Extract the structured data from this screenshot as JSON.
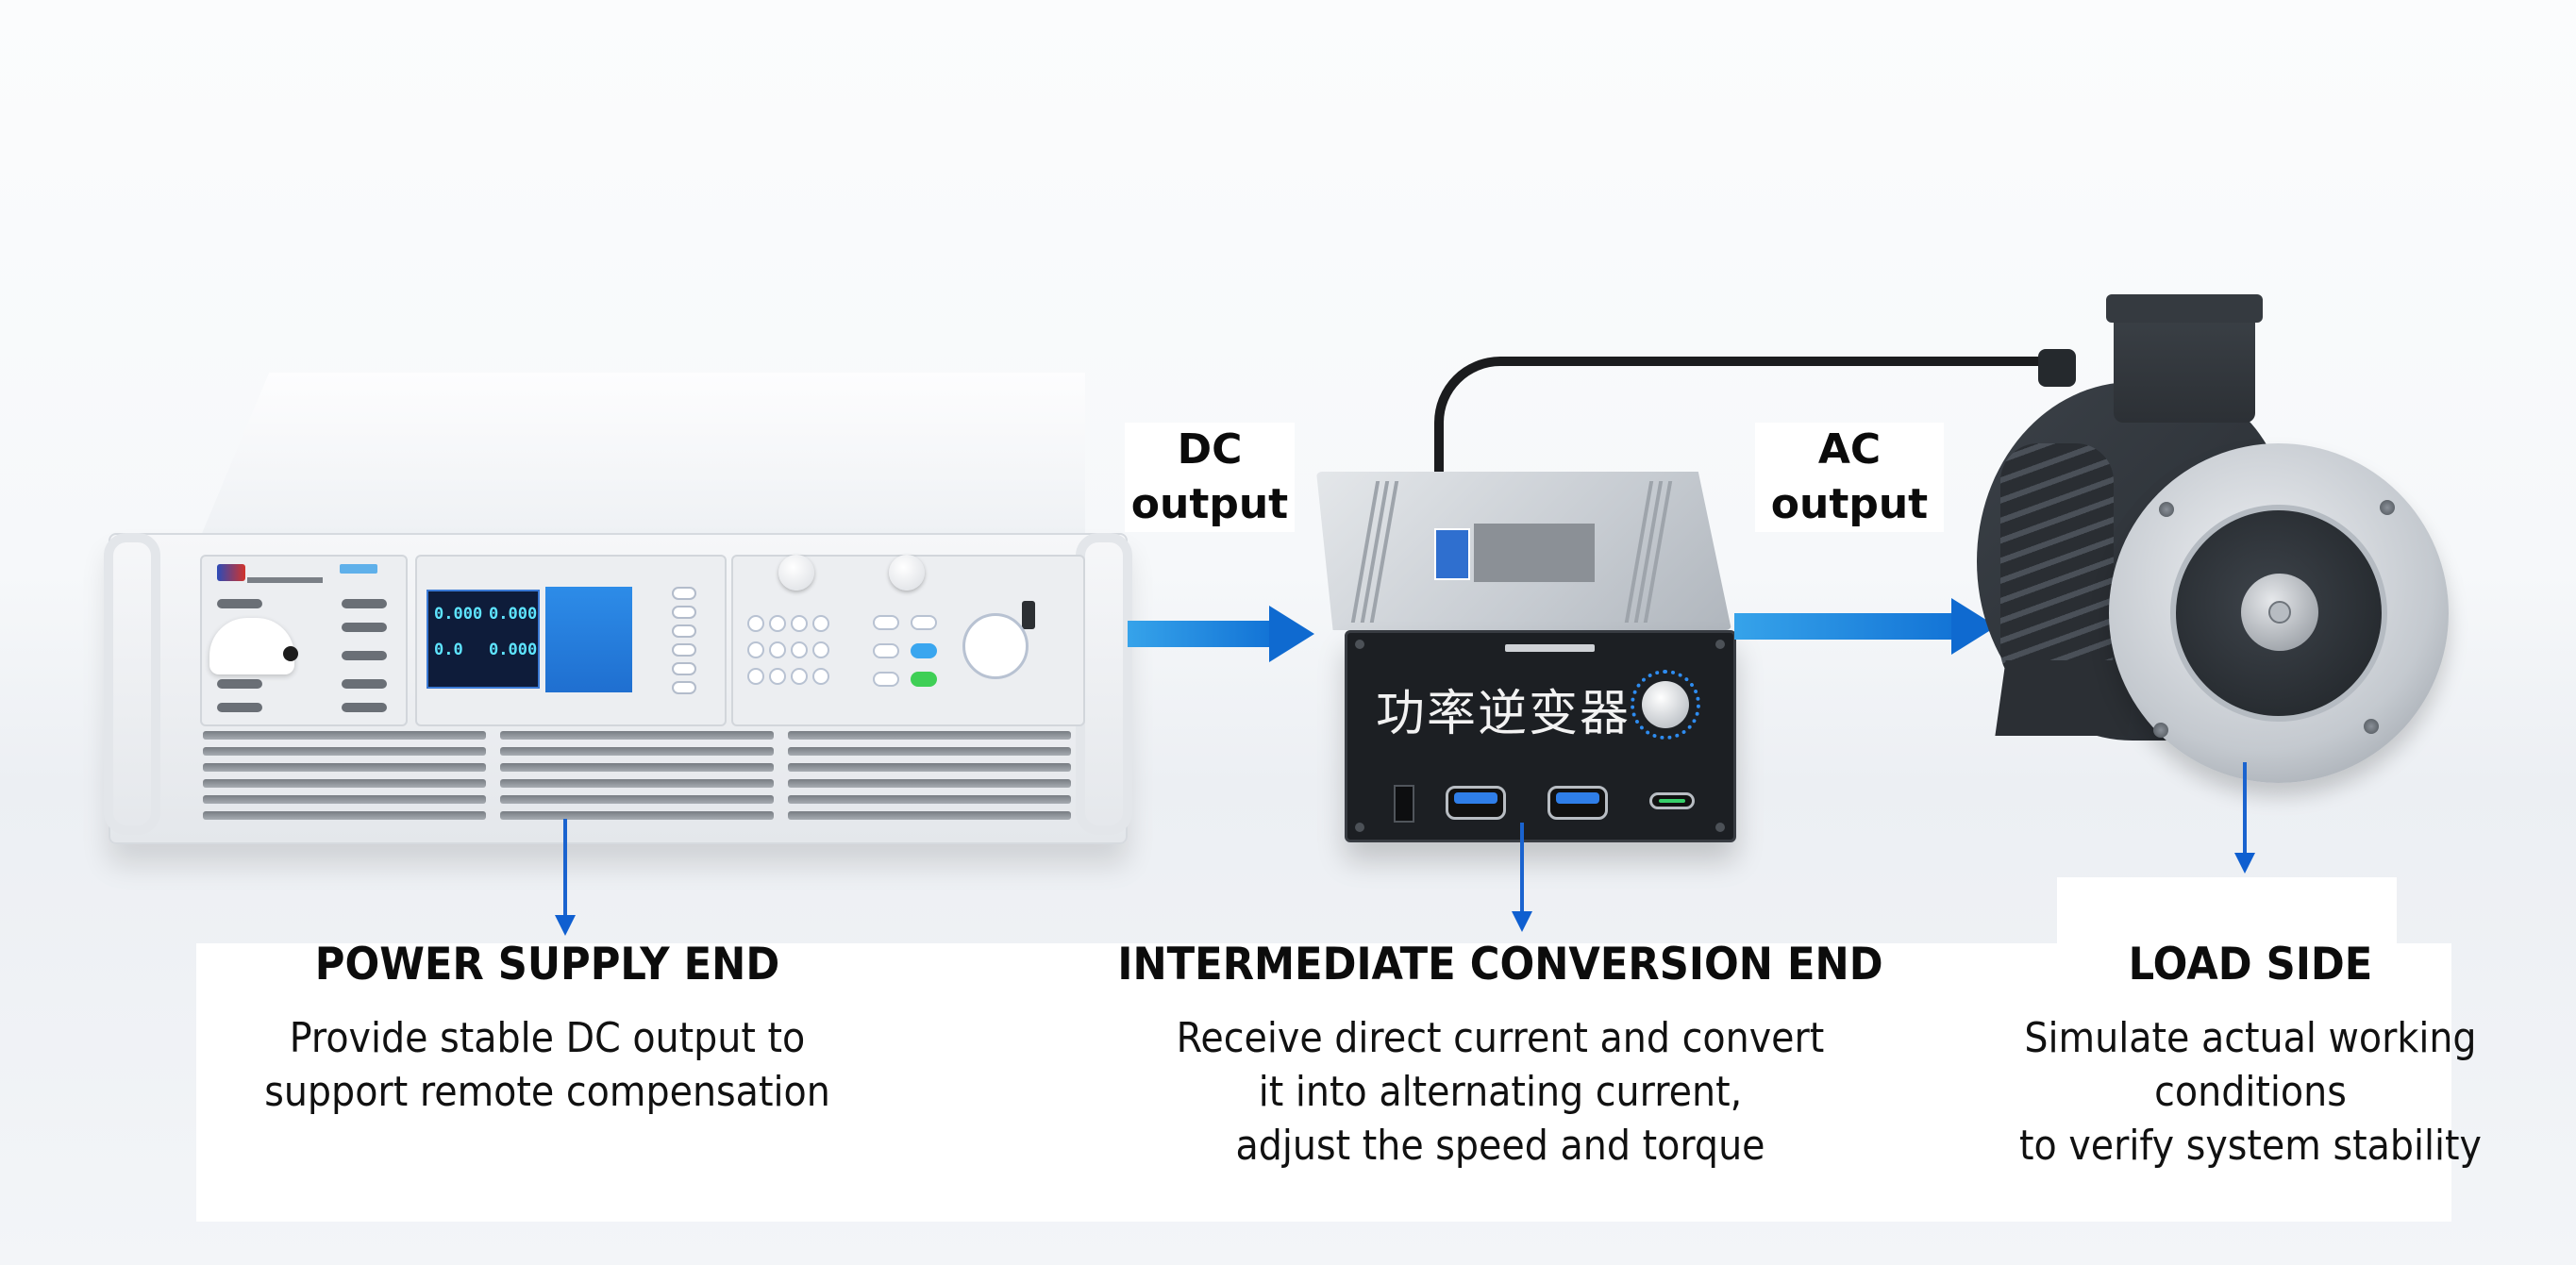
{
  "diagram": {
    "flow_labels": {
      "dc": [
        "DC",
        "output"
      ],
      "ac": [
        "AC",
        "output"
      ]
    },
    "devices": {
      "power_supply": {
        "screen_readouts": [
          "0.000",
          "0.000",
          "0.0",
          "0.000"
        ]
      },
      "inverter": {
        "front_label": "功率逆变器"
      }
    },
    "stages": [
      {
        "title": "POWER SUPPLY END",
        "description": [
          "Provide stable DC output to",
          "support remote compensation"
        ]
      },
      {
        "title": "INTERMEDIATE CONVERSION END",
        "description": [
          "Receive direct current and convert",
          "it into alternating current,",
          "adjust the speed and torque"
        ]
      },
      {
        "title": "LOAD SIDE",
        "description": [
          "Simulate actual working",
          "conditions",
          "to verify system stability"
        ]
      }
    ],
    "colors": {
      "arrow_blue": "#1374d6",
      "pointer_blue": "#1a63cf",
      "text": "#0c0c0c",
      "background": "#f4f6f9"
    }
  }
}
